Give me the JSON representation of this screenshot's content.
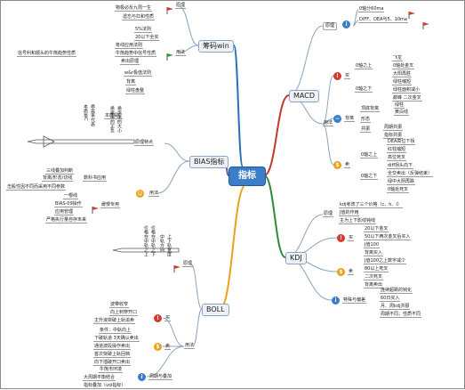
{
  "center": "指标",
  "branches": {
    "macd": "MACD",
    "kdj": "KDJ",
    "boll": "BOLL",
    "bias": "BIAS指标",
    "weight": "筹码win"
  },
  "weight": {
    "yuanli": "原理",
    "yongfa": "用法",
    "nodes": [
      "物极必反九周一生",
      "遗忘与扛和性质",
      "5%法则",
      "20以下全买",
      "筹线应用法则",
      "信号利和顺头的牛熊趋势性质",
      "牛熊趋势中信号性质",
      "卖出原理",
      "w&r极值法则",
      "背离",
      "绿柱盘整"
    ]
  },
  "macd": {
    "yuanli": "原理",
    "yongfa": "用法",
    "buy": "买",
    "sell": "卖",
    "beili": "背离",
    "yuanli_nodes": [
      "0轴分60ma",
      "DIFF、DEA与5、10ma"
    ],
    "buy_nodes": [
      "0轴之上",
      "0轴之下",
      "飞龙",
      "0轴处金叉",
      "大阳再胜",
      "绿柱缩短",
      "绿柱面积减小",
      "巅峰 二次金叉"
    ],
    "beili_nodes": [
      "顶底背离",
      "绿柱",
      "黄白线",
      "形态",
      "共振",
      "周期共振",
      "指标共振"
    ],
    "sell_nodes": [
      "0轴之上",
      "0轴之下",
      "DEA高位下拐",
      "红柱缩短",
      "高位死叉",
      "diff拐头向下",
      "全交卖出（反弹结束）",
      "绿中大阴再跌",
      "0轴处死叉"
    ]
  },
  "kdj": {
    "yuanli": "原理",
    "buy": "买",
    "sell": "卖",
    "special": "特殊与偏差",
    "top_nodes": [
      "kdj考虑了三个价格（c、h、l）",
      "J值的作用",
      "主为上下影线钝线"
    ],
    "buy_nodes": [
      "20以下金叉",
      "50以下两次金叉后买入",
      "J值100",
      "背离买入",
      "J值100之上数字减少"
    ],
    "sell_nodes": [
      "80以上死叉",
      "二次死叉",
      "背离卖出"
    ],
    "special_nodes": [
      "连续超跌的钝化",
      "60日买入",
      "月、周kdj共振",
      "周期不同，性质不同"
    ]
  },
  "boll": {
    "yuanli": "原理",
    "yongfa": "用法",
    "buy": "买",
    "sell": "卖",
    "vertical": [
      "价格在中轨之上",
      "价格在中轨之下",
      "中轨方向",
      "上下轨宽度"
    ],
    "buy_nodes": [
      "波带收窄",
      "向上刺穿开口",
      "主升浪突破上轨追卖"
    ],
    "sell_nodes": [
      "条件：中轨向上",
      "下破轨道 3天确认卖出",
      "通道波段操作卖出",
      "首次突破上轨回档",
      "向下插破开口卖出"
    ],
    "tail_nodes": [
      "牛熊市环境",
      "大周期平衡结合",
      "指标叠加（vol指标）"
    ],
    "tail_label": "周期与叠加"
  },
  "bias": {
    "yuanli": "原理特点",
    "yongfa": "用法",
    "vertical": [
      "本质是C",
      "乖离率代表",
      "乖离率的正负",
      "乖离率的大小"
    ],
    "nodes": [
      "三线叠加判断",
      "数科书应用",
      "背离/形态/切线",
      "击股性因不同而采用不同参数",
      "一根线",
      "BIAS-09操作",
      "缓慢专用",
      "应用管理",
      "严格执行量自存未来"
    ]
  }
}
